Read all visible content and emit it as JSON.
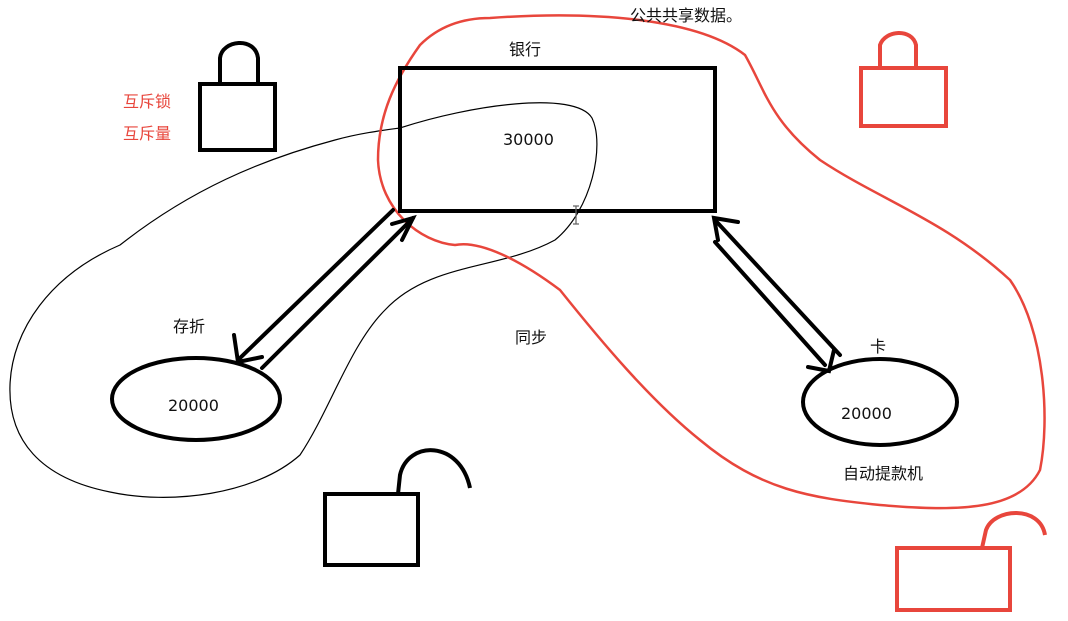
{
  "colors": {
    "ink": "#000000",
    "red": "#e8463c",
    "text": "#111111"
  },
  "labels": {
    "shared_data": "公共共享数据。",
    "bank": "银行",
    "bank_value": "30000",
    "mutex_lock": "互斥锁",
    "mutex_var": "互斥量",
    "passbook": "存折",
    "passbook_value": "20000",
    "sync": "同步",
    "card": "卡",
    "card_value": "20000",
    "atm": "自动提款机"
  },
  "icons": {
    "locked_black": "padlock-locked-icon",
    "locked_red": "padlock-locked-icon",
    "unlocked_black": "padlock-unlocked-icon",
    "unlocked_red": "padlock-unlocked-icon"
  }
}
